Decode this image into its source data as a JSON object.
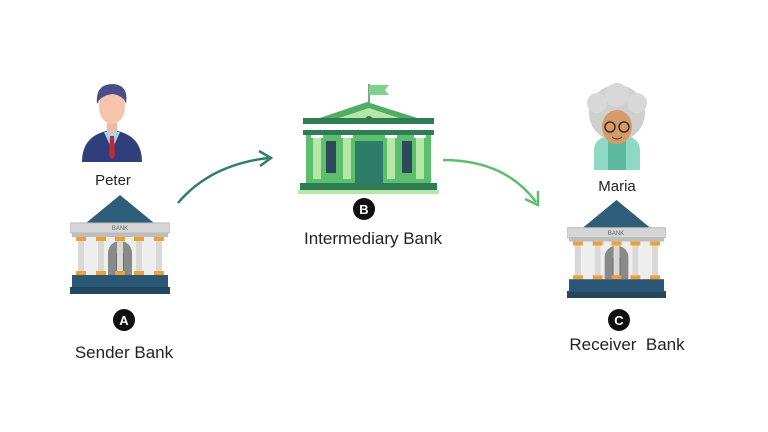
{
  "nodes": [
    {
      "id": "A",
      "person": "Peter",
      "bank_label": "Sender Bank",
      "sign": "BANK"
    },
    {
      "id": "B",
      "bank_label": "Intermediary Bank"
    },
    {
      "id": "C",
      "person": "Maria",
      "bank_label": "Receiver  Bank",
      "sign": "BANK"
    }
  ],
  "colors": {
    "arrow": "#2f7d6a",
    "sender_bank": "#2b5676",
    "intermediary_bank": "#5cbf6e",
    "accent": "#f0a030"
  },
  "icons": [
    "man-avatar-icon",
    "woman-avatar-icon",
    "classic-bank-icon",
    "green-bank-icon",
    "arrow-icon"
  ]
}
